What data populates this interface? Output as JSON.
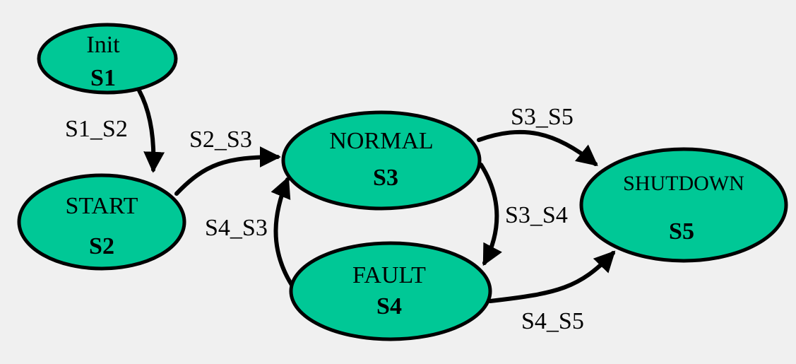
{
  "states": {
    "s1": {
      "name": "Init",
      "id": "S1"
    },
    "s2": {
      "name": "START",
      "id": "S2"
    },
    "s3": {
      "name": "NORMAL",
      "id": "S3"
    },
    "s4": {
      "name": "FAULT",
      "id": "S4"
    },
    "s5": {
      "name": "SHUTDOWN",
      "id": "S5"
    }
  },
  "transitions": {
    "s1_s2": "S1_S2",
    "s2_s3": "S2_S3",
    "s3_s5": "S3_S5",
    "s3_s4": "S3_S4",
    "s4_s3": "S4_S3",
    "s4_s5": "S4_S5"
  },
  "colors": {
    "state_fill": "#00c896",
    "outline": "#000000",
    "background": "#f0f0f0"
  }
}
